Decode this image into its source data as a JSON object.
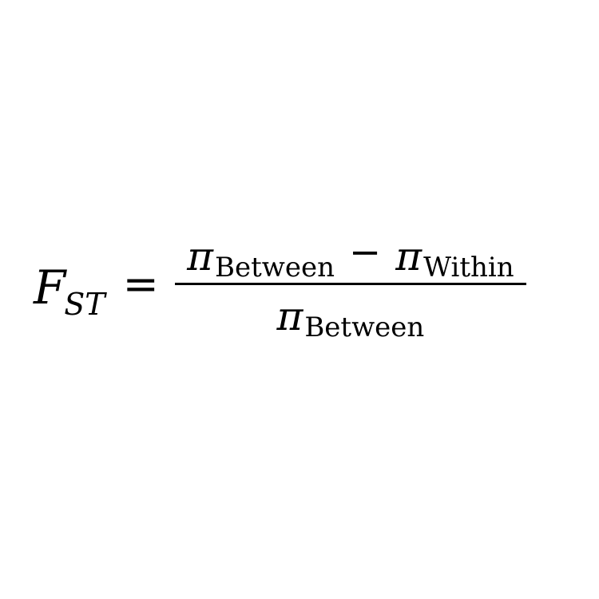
{
  "formula": {
    "lhs": {
      "variable": "F",
      "subscript": "ST"
    },
    "relation": "=",
    "numerator": {
      "term1_symbol": "π",
      "term1_subscript": "Between",
      "operator": "−",
      "term2_symbol": "π",
      "term2_subscript": "Within"
    },
    "denominator": {
      "symbol": "π",
      "subscript": "Between"
    }
  }
}
